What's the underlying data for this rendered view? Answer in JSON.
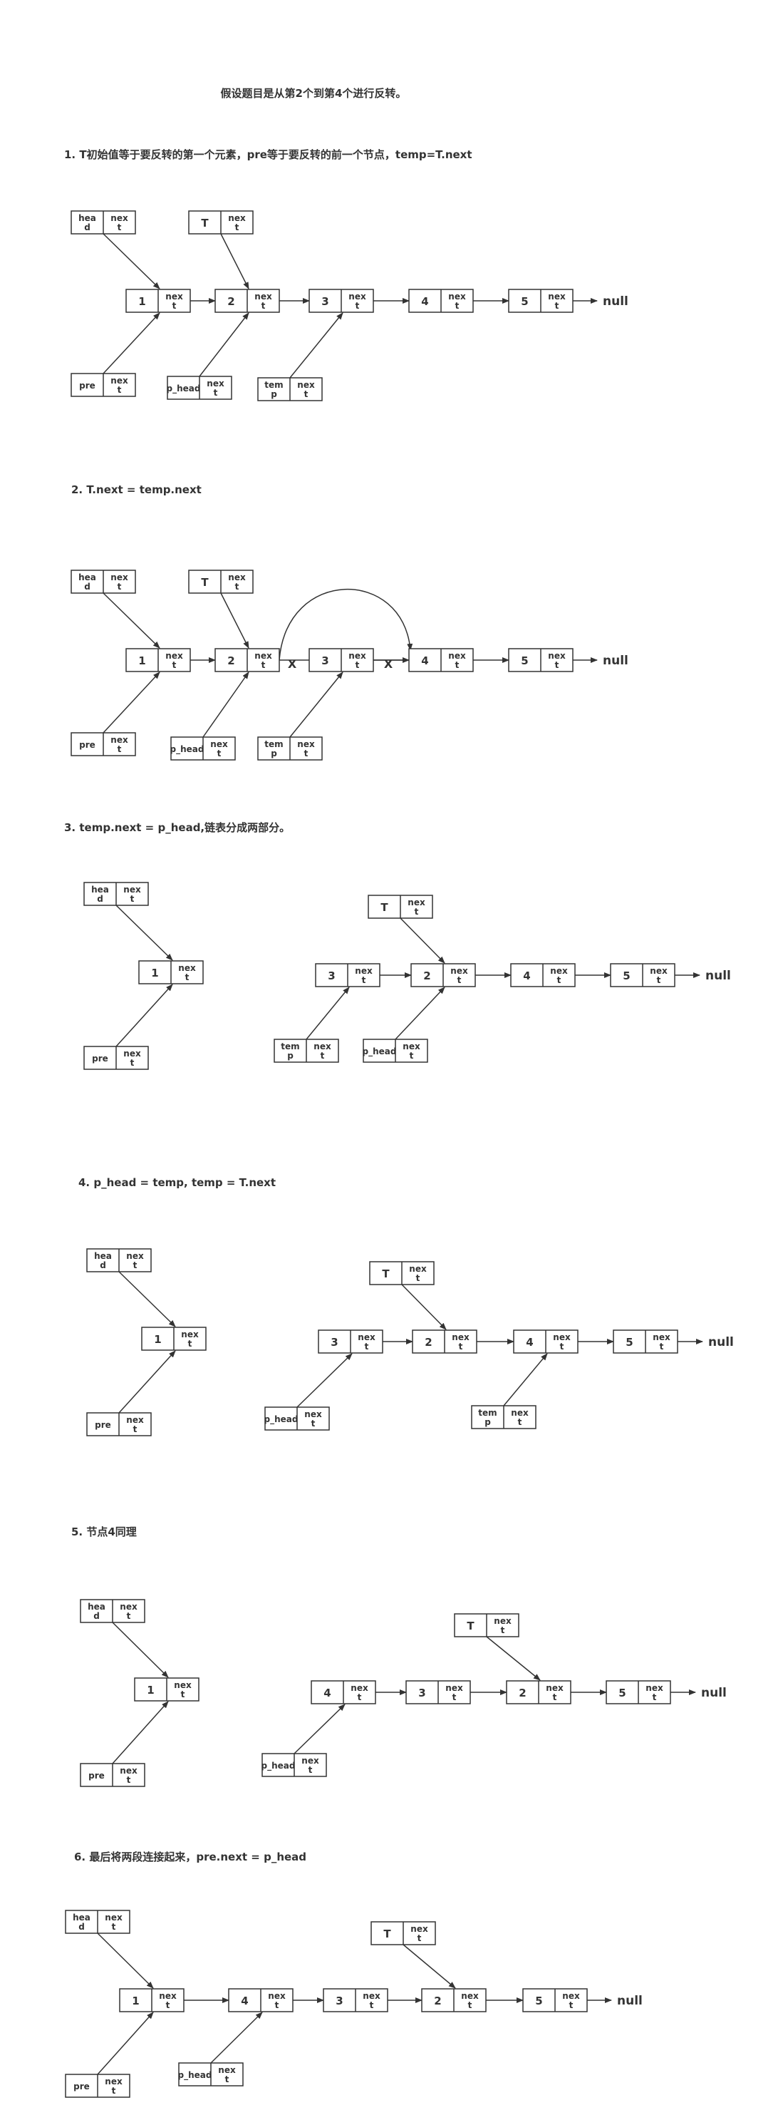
{
  "main_title": "假设题目是从第2个到第4个进行反转。",
  "steps": [
    {
      "title": "1. T初始值等于要反转的第一个元素，pre等于要反转的前一个节点，temp=T.next",
      "nodes": [
        {
          "id": "head",
          "label": "hea d",
          "next_label": "nex t"
        },
        {
          "id": "T",
          "label": "T",
          "next_label": "nex t"
        },
        {
          "id": "n1",
          "label": "1",
          "next_label": "nex t"
        },
        {
          "id": "n2",
          "label": "2",
          "next_label": "nex t"
        },
        {
          "id": "n3",
          "label": "3",
          "next_label": "nex t"
        },
        {
          "id": "n4",
          "label": "4",
          "next_label": "nex t"
        },
        {
          "id": "n5",
          "label": "5",
          "next_label": "nex t"
        },
        {
          "id": "pre",
          "label": "pre",
          "next_label": "nex t"
        },
        {
          "id": "p_head",
          "label": "p_head",
          "next_label": "nex t"
        },
        {
          "id": "temp",
          "label": "tem p",
          "next_label": "nex t"
        }
      ],
      "null_label": "null"
    },
    {
      "title": "2. T.next = temp.next",
      "nodes": [
        {
          "id": "head",
          "label": "hea d",
          "next_label": "nex t"
        },
        {
          "id": "T",
          "label": "T",
          "next_label": "nex t"
        },
        {
          "id": "n1",
          "label": "1",
          "next_label": "nex t"
        },
        {
          "id": "n2",
          "label": "2",
          "next_label": "nex t"
        },
        {
          "id": "n3",
          "label": "3",
          "next_label": "nex t"
        },
        {
          "id": "n4",
          "label": "4",
          "next_label": "nex t"
        },
        {
          "id": "n5",
          "label": "5",
          "next_label": "nex t"
        },
        {
          "id": "pre",
          "label": "pre",
          "next_label": "nex t"
        },
        {
          "id": "p_head",
          "label": "p_head",
          "next_label": "nex t"
        },
        {
          "id": "temp",
          "label": "tem p",
          "next_label": "nex t"
        }
      ],
      "x_marks": [
        "X",
        "X"
      ],
      "null_label": "null"
    },
    {
      "title": "3. temp.next = p_head,链表分成两部分。",
      "nodes": [
        {
          "id": "head",
          "label": "hea d",
          "next_label": "nex t"
        },
        {
          "id": "n1",
          "label": "1",
          "next_label": "nex t"
        },
        {
          "id": "pre",
          "label": "pre",
          "next_label": "nex t"
        },
        {
          "id": "T",
          "label": "T",
          "next_label": "nex t"
        },
        {
          "id": "n3",
          "label": "3",
          "next_label": "nex t"
        },
        {
          "id": "n2",
          "label": "2",
          "next_label": "nex t"
        },
        {
          "id": "n4",
          "label": "4",
          "next_label": "nex t"
        },
        {
          "id": "n5",
          "label": "5",
          "next_label": "nex t"
        },
        {
          "id": "temp",
          "label": "tem p",
          "next_label": "nex t"
        },
        {
          "id": "p_head",
          "label": "p_head",
          "next_label": "nex t"
        }
      ],
      "null_label": "null"
    },
    {
      "title": "4. p_head = temp, temp = T.next",
      "nodes": [
        {
          "id": "head",
          "label": "hea d",
          "next_label": "nex t"
        },
        {
          "id": "n1",
          "label": "1",
          "next_label": "nex t"
        },
        {
          "id": "pre",
          "label": "pre",
          "next_label": "nex t"
        },
        {
          "id": "T",
          "label": "T",
          "next_label": "nex t"
        },
        {
          "id": "n3",
          "label": "3",
          "next_label": "nex t"
        },
        {
          "id": "n2",
          "label": "2",
          "next_label": "nex t"
        },
        {
          "id": "n4",
          "label": "4",
          "next_label": "nex t"
        },
        {
          "id": "n5",
          "label": "5",
          "next_label": "nex t"
        },
        {
          "id": "p_head",
          "label": "p_head",
          "next_label": "nex t"
        },
        {
          "id": "temp",
          "label": "tem p",
          "next_label": "nex t"
        }
      ],
      "null_label": "null"
    },
    {
      "title": "5. 节点4同理",
      "nodes": [
        {
          "id": "head",
          "label": "hea d",
          "next_label": "nex t"
        },
        {
          "id": "n1",
          "label": "1",
          "next_label": "nex t"
        },
        {
          "id": "pre",
          "label": "pre",
          "next_label": "nex t"
        },
        {
          "id": "T",
          "label": "T",
          "next_label": "nex t"
        },
        {
          "id": "n4",
          "label": "4",
          "next_label": "nex t"
        },
        {
          "id": "n3",
          "label": "3",
          "next_label": "nex t"
        },
        {
          "id": "n2",
          "label": "2",
          "next_label": "nex t"
        },
        {
          "id": "n5",
          "label": "5",
          "next_label": "nex t"
        },
        {
          "id": "p_head",
          "label": "p_head",
          "next_label": "nex t"
        }
      ],
      "null_label": "null"
    },
    {
      "title": "6. 最后将两段连接起来，pre.next = p_head",
      "nodes": [
        {
          "id": "head",
          "label": "hea d",
          "next_label": "nex t"
        },
        {
          "id": "n1",
          "label": "1",
          "next_label": "nex t"
        },
        {
          "id": "n4",
          "label": "4",
          "next_label": "nex t"
        },
        {
          "id": "n3",
          "label": "3",
          "next_label": "nex t"
        },
        {
          "id": "T",
          "label": "T",
          "next_label": "nex t"
        },
        {
          "id": "n2",
          "label": "2",
          "next_label": "nex t"
        },
        {
          "id": "n5",
          "label": "5",
          "next_label": "nex t"
        },
        {
          "id": "pre",
          "label": "pre",
          "next_label": "nex t"
        },
        {
          "id": "p_head",
          "label": "p_head",
          "next_label": "nex t"
        }
      ],
      "null_label": "null"
    }
  ]
}
